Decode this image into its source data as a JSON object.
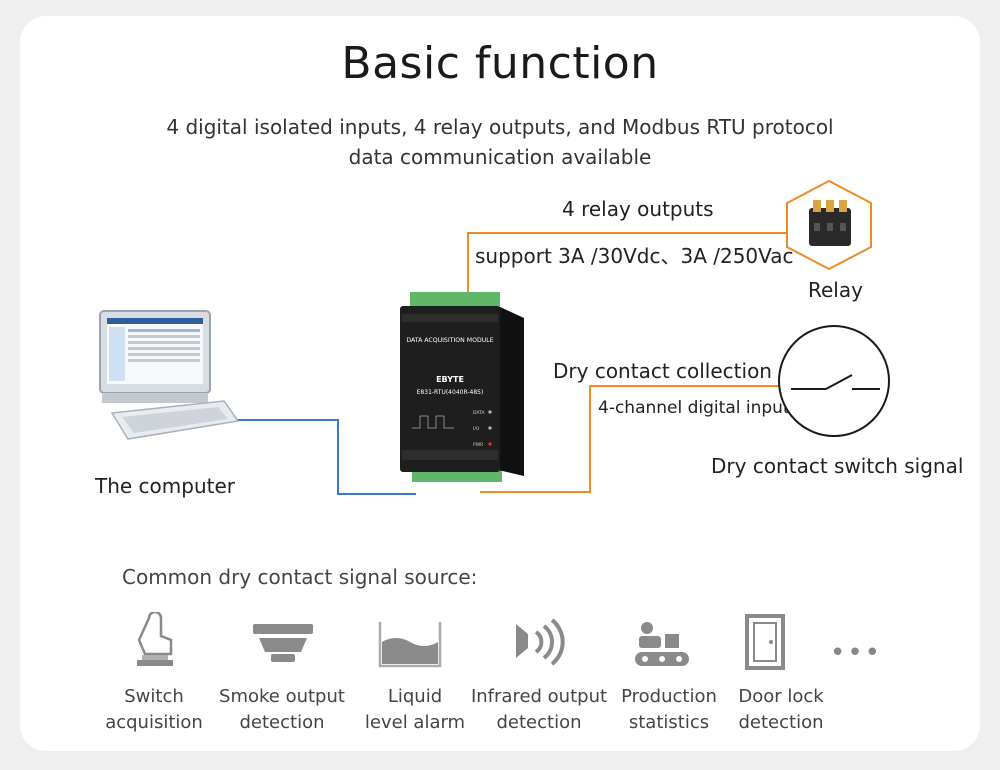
{
  "title": "Basic function",
  "subtitle_line1": "4 digital isolated inputs, 4 relay outputs, and Modbus RTU protocol",
  "subtitle_line2": "data communication available",
  "relay_outputs_label": "4 relay outputs",
  "relay_support_label": "support 3A /30Vdc、3A /250Vac",
  "relay_label": "Relay",
  "dry_contact_collection_label": "Dry contact collection",
  "digital_input_label": "4-channel digital input",
  "dry_contact_switch_label": "Dry contact switch signal",
  "computer_label": "The computer",
  "module": {
    "name": "DATA ACQUISITION MODULE",
    "brand": "EBYTE",
    "model": "E831-RTU(4040R-485)",
    "leds": [
      "DATA",
      "I/O",
      "PWR"
    ]
  },
  "sources_title": "Common dry contact signal source:",
  "sources": [
    {
      "icon": "hand-press-switch-icon",
      "line1": "Switch",
      "line2": "acquisition"
    },
    {
      "icon": "smoke-detector-icon",
      "line1": "Smoke output",
      "line2": "detection"
    },
    {
      "icon": "liquid-tank-icon",
      "line1": "Liquid",
      "line2": "level alarm"
    },
    {
      "icon": "infrared-signal-icon",
      "line1": "Infrared output",
      "line2": "detection"
    },
    {
      "icon": "production-line-icon",
      "line1": "Production",
      "line2": "statistics"
    },
    {
      "icon": "door-icon",
      "line1": "Door lock",
      "line2": "detection"
    }
  ],
  "more": "•••",
  "colors": {
    "orange": "#f08a24",
    "blue": "#3a78c9",
    "icon_gray": "#8a8a8a"
  }
}
